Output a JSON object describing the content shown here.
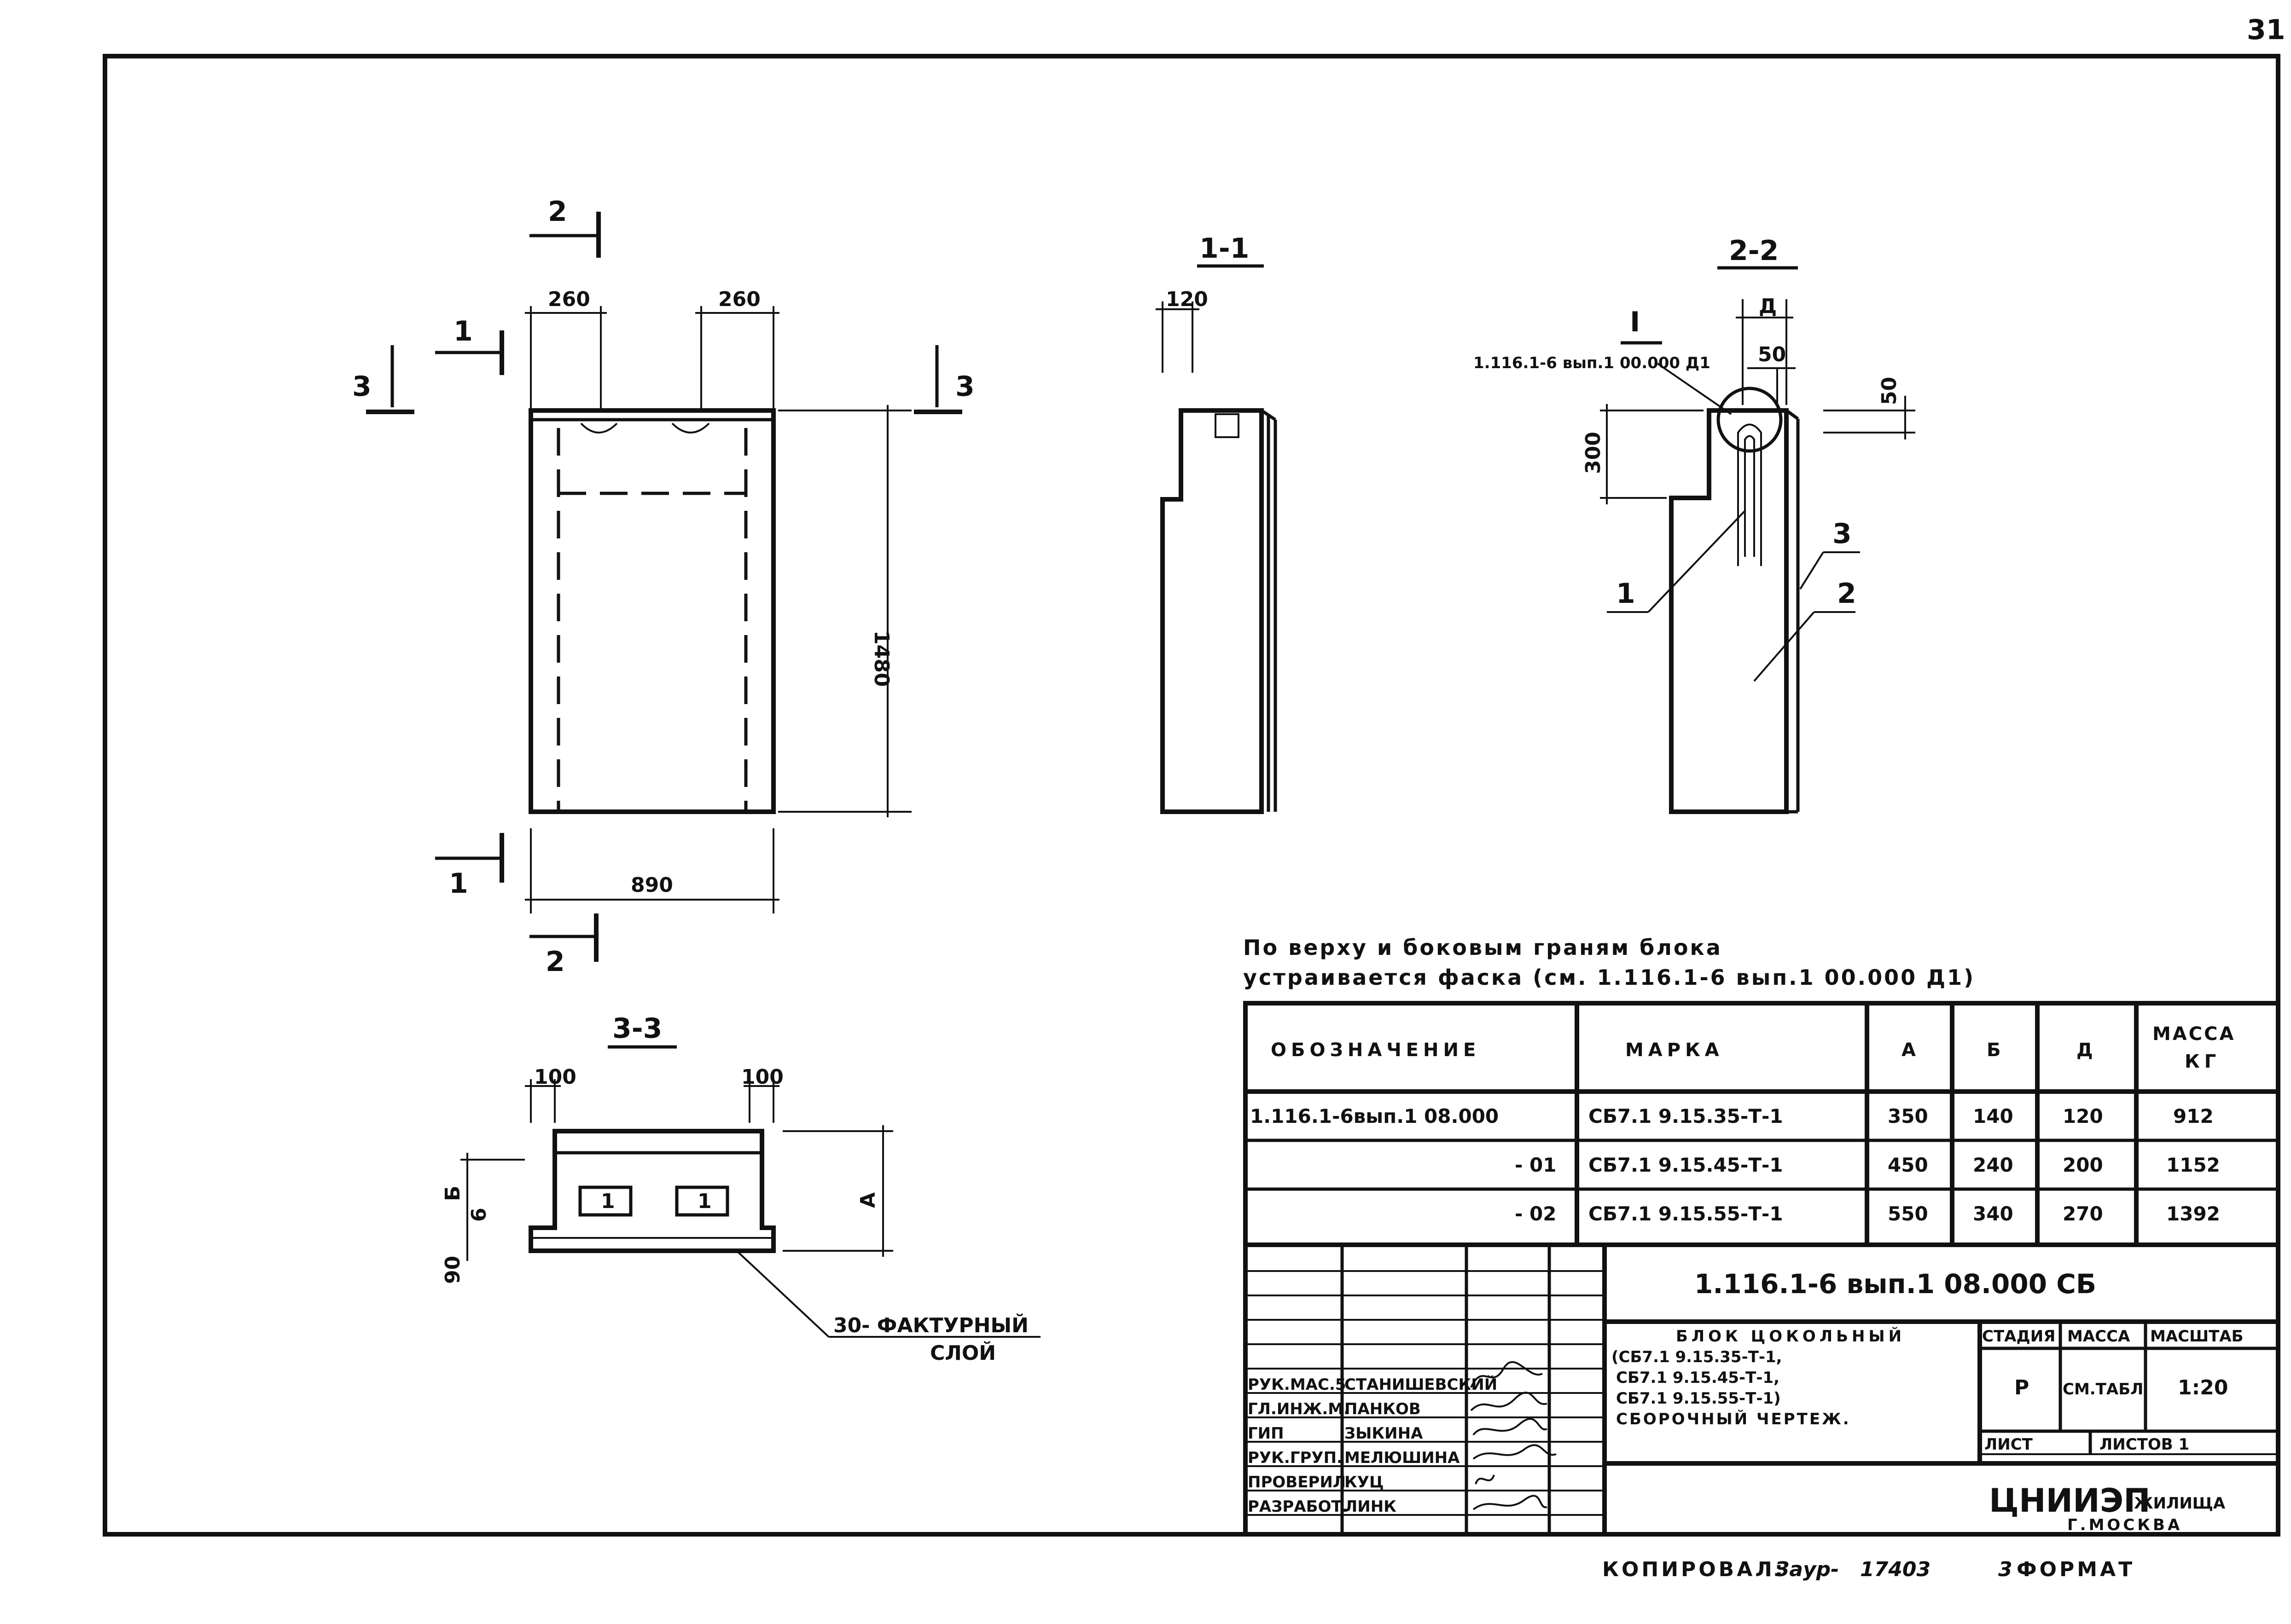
{
  "page_number": "31",
  "views": {
    "front": {
      "dim_width_left": "260",
      "dim_width_right": "260",
      "dim_height": "1480",
      "dim_total_width": "890"
    },
    "section_1_1": {
      "title": "1-1",
      "dim_top": "120"
    },
    "section_2_2": {
      "title": "2-2",
      "dim_d": "Д",
      "dim_50_top": "50",
      "dim_50_side": "50",
      "dim_300": "300",
      "node_ref": "1.116.1-6 вып.1 00.000 Д1",
      "node_mark": "I"
    },
    "section_3_3": {
      "title": "3-3",
      "dim_left": "100",
      "dim_right": "100",
      "dim_b": "Б",
      "dim_6": "6",
      "dim_90": "90",
      "dim_a": "А",
      "slot_label": "1",
      "facing_note": "30- ФАКТУРНЫЙ",
      "facing_note_2": "СЛОЙ"
    },
    "cut_marks": {
      "one": "1",
      "two": "2",
      "three": "3"
    },
    "callouts": {
      "c1": "1",
      "c2": "2",
      "c3": "3"
    }
  },
  "note": {
    "line1": "По верху и боковым граням блока",
    "line2": "устраивается фаска (см. 1.116.1-6 вып.1 00.000 Д1)"
  },
  "spec_table": {
    "headers": {
      "designation": "ОБОЗНАЧЕНИЕ",
      "mark": "МАРКА",
      "a": "А",
      "b": "Б",
      "d": "Д",
      "mass": "МАССА",
      "mass_unit": "КГ"
    },
    "rows": [
      {
        "designation": "1.116.1-6вып.1 08.000",
        "mark": "СБ7.1  9.15.35-Т-1",
        "a": "350",
        "b": "140",
        "d": "120",
        "mass": "912"
      },
      {
        "designation": "- 01",
        "mark": "СБ7.1  9.15.45-Т-1",
        "a": "450",
        "b": "240",
        "d": "200",
        "mass": "1152"
      },
      {
        "designation": "- 02",
        "mark": "СБ7.1  9.15.55-Т-1",
        "a": "550",
        "b": "340",
        "d": "270",
        "mass": "1392"
      }
    ]
  },
  "title_block": {
    "doc_code": "1.116.1-6 вып.1  08.000 СБ",
    "title_lines": [
      "БЛОК  ЦОКОЛЬНЫЙ",
      "(СБ7.1  9.15.35-Т-1,",
      "СБ7.1  9.15.45-Т-1,",
      "СБ7.1  9.15.55-Т-1)",
      "СБОРОЧНЫЙ  ЧЕРТЕЖ."
    ],
    "stage_label": "СТАДИЯ",
    "mass_label": "МАССА",
    "scale_label": "МАСШТАБ",
    "stage": "Р",
    "mass": "СМ.ТАБЛ",
    "scale": "1:20",
    "sheet_label": "ЛИСТ",
    "sheets_label": "ЛИСТОВ 1",
    "org_line1": "ЦНИИЭП",
    "org_line1b": "ЖИЛИЩА",
    "org_line2": "Г.МОСКВА",
    "staff": [
      {
        "role": "РУК.МАС.5",
        "name": "СТАНИШЕВСКИЙ"
      },
      {
        "role": "ГЛ.ИНЖ.М.",
        "name": "ПАНКОВ"
      },
      {
        "role": "ГИП",
        "name": "ЗЫКИНА"
      },
      {
        "role": "РУК.ГРУП.",
        "name": "МЕЛЮШИНА"
      },
      {
        "role": "ПРОВЕРИЛ",
        "name": "КУЦ"
      },
      {
        "role": "РАЗРАБОТ.",
        "name": "ЛИНК"
      }
    ]
  },
  "footer": {
    "copied": "КОПИРОВАЛ:",
    "copied_sig": "Заур-",
    "order": "17403",
    "format_no": "3",
    "format_label": "ФОРМАТ"
  }
}
